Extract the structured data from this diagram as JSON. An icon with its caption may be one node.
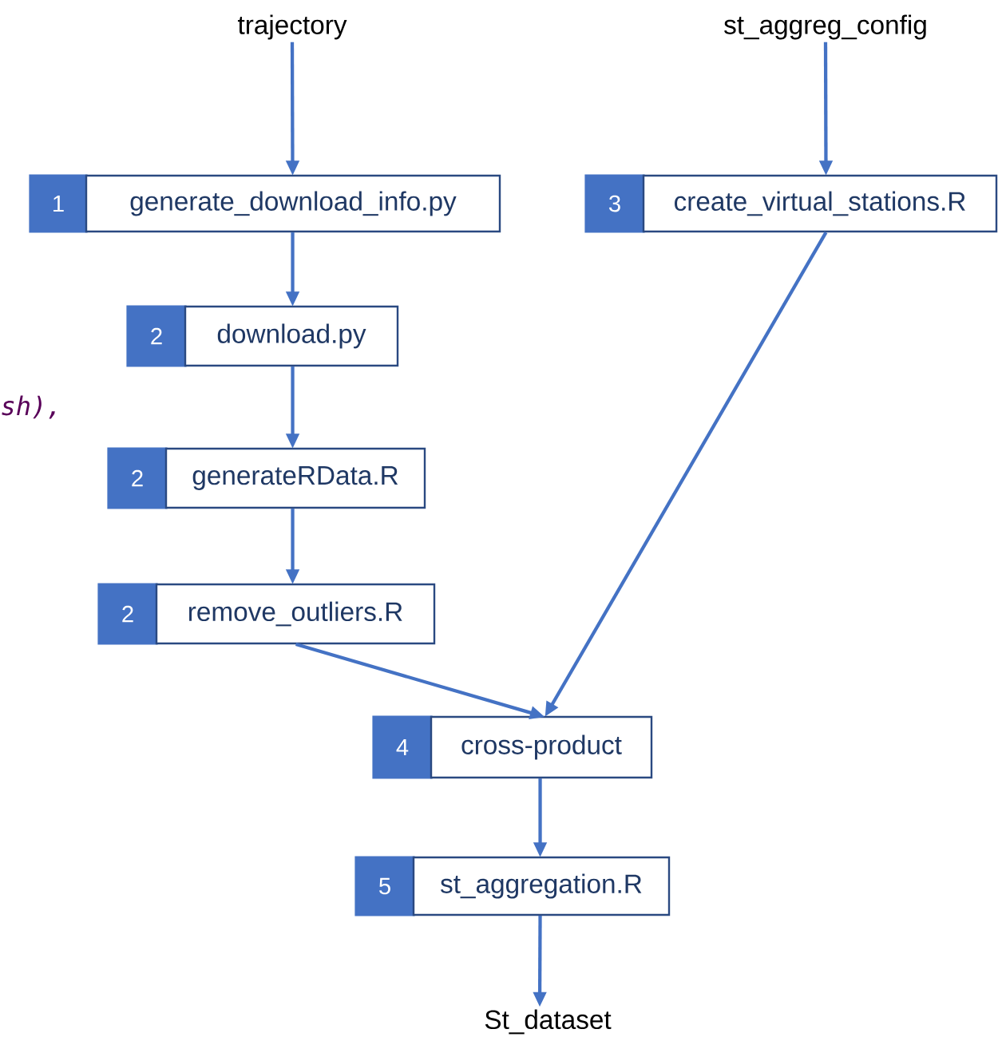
{
  "diagram": {
    "nodes": [
      {
        "text": [
          "trajectory"
        ]
      },
      {
        "text": [
          "st_aggreg_config"
        ]
      },
      {
        "text": [
          "1",
          "generate_download_info.py"
        ]
      },
      {
        "text": [
          "3",
          "create_virtual_stations.R"
        ]
      },
      {
        "text": [
          "2",
          "download.py"
        ]
      },
      {
        "text": [
          "2",
          "generateRData.R"
        ]
      },
      {
        "text": [
          "2",
          "remove_outliers.R"
        ]
      },
      {
        "text": [
          "4",
          "cross-product"
        ]
      },
      {
        "text": [
          "5",
          "st_aggregation.R"
        ]
      },
      {
        "text": [
          "St_dataset"
        ]
      }
    ],
    "edges": [
      {
        "from": 0,
        "to": 2,
        "arrow": "to"
      },
      {
        "from": 1,
        "to": 3,
        "arrow": "to"
      },
      {
        "from": 2,
        "to": 4,
        "arrow": "to"
      },
      {
        "from": 4,
        "to": 5,
        "arrow": "to"
      },
      {
        "from": 5,
        "to": 6,
        "arrow": "to"
      },
      {
        "from": 6,
        "to": 7,
        "arrow": "to"
      },
      {
        "from": 3,
        "to": 7,
        "arrow": "to"
      },
      {
        "from": 7,
        "to": 8,
        "arrow": "to"
      },
      {
        "from": 8,
        "to": 9,
        "arrow": "to"
      }
    ],
    "labels": [
      "sh),"
    ]
  }
}
